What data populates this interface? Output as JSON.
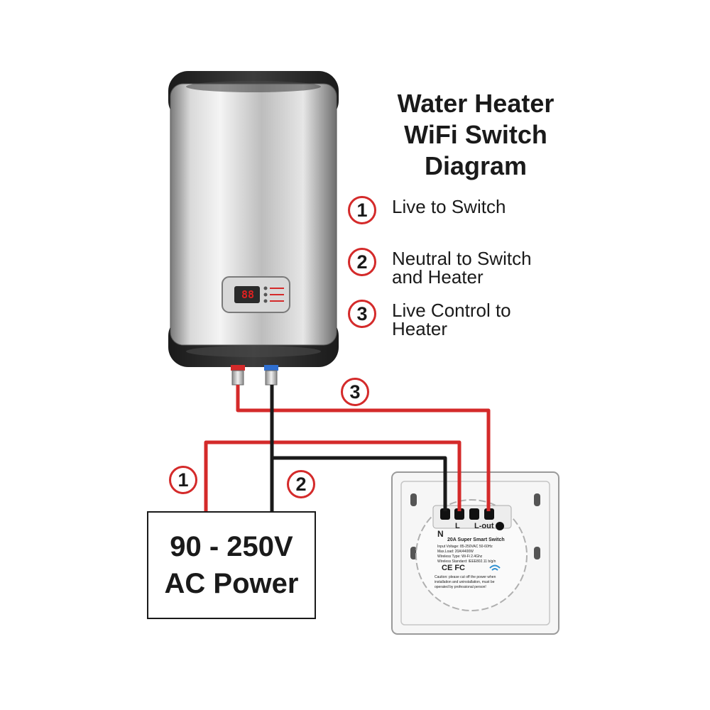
{
  "title": {
    "line1": "Water Heater",
    "line2": "WiFi Switch",
    "line3": "Diagram"
  },
  "legend": [
    {
      "num": "1",
      "line1": "Live to Switch",
      "line2": ""
    },
    {
      "num": "2",
      "line1": "Neutral to Switch",
      "line2": "and Heater"
    },
    {
      "num": "3",
      "line1": "Live Control to",
      "line2": "Heater"
    }
  ],
  "wire_labels": {
    "w1": "1",
    "w2": "2",
    "w3": "3"
  },
  "power": {
    "line1": "90 - 250V",
    "line2": "AC Power"
  },
  "heater": {
    "display": "88"
  },
  "switch": {
    "terminal_n": "N",
    "terminal_l": "L",
    "terminal_lout": "L-out",
    "product": "20A Super Smart Switch",
    "spec1": "Input Voltage: 85-250VAC 50-60Hz",
    "spec2": "Max.Load: 20A/4400W",
    "spec3": "Wireless Type: Wi-Fi 2.4Ghz",
    "spec4": "Wireless Standard: IEEE802.11 b/g/n",
    "marks": "CE FC",
    "caution1": "Caution: please cut off the power when",
    "caution2": "installation and uninstallation, must be",
    "caution3": "operated by professional person!"
  },
  "colors": {
    "live": "#d42a2a",
    "neutral": "#1a1a1a",
    "heater_body": "#c8c8c8",
    "heater_cap": "#2b2b2b"
  }
}
